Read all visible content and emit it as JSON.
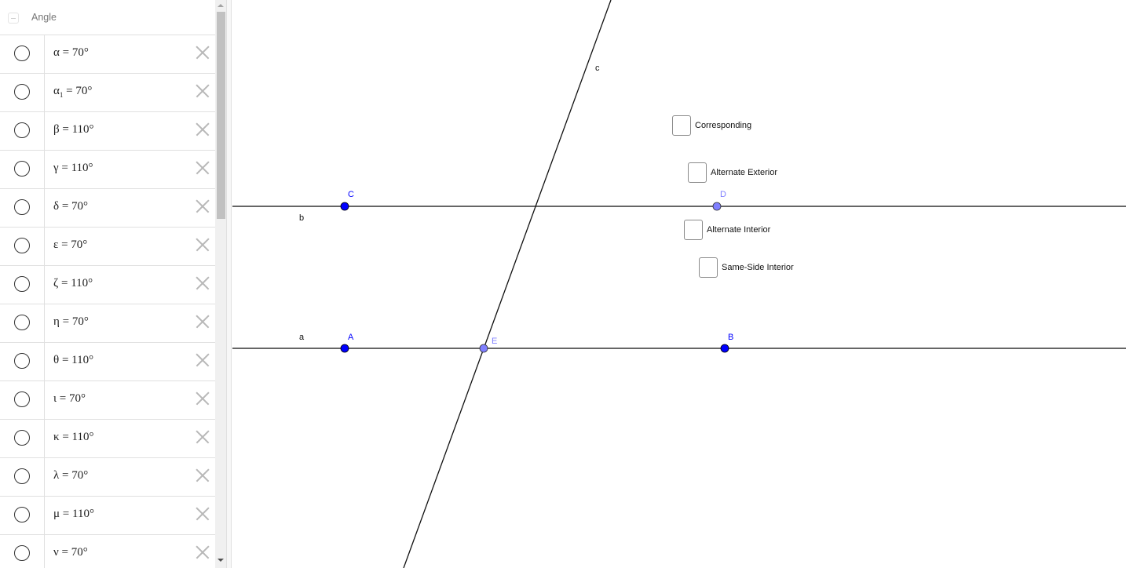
{
  "algebra_view": {
    "group_header": "Angle",
    "rows": [
      {
        "name": "α",
        "subscript": "",
        "value": "70°"
      },
      {
        "name": "α",
        "subscript": "1",
        "value": "70°"
      },
      {
        "name": "β",
        "subscript": "",
        "value": "110°"
      },
      {
        "name": "γ",
        "subscript": "",
        "value": "110°"
      },
      {
        "name": "δ",
        "subscript": "",
        "value": "70°"
      },
      {
        "name": "ε",
        "subscript": "",
        "value": "70°"
      },
      {
        "name": "ζ",
        "subscript": "",
        "value": "110°"
      },
      {
        "name": "η",
        "subscript": "",
        "value": "70°"
      },
      {
        "name": "θ",
        "subscript": "",
        "value": "110°"
      },
      {
        "name": "ι",
        "subscript": "",
        "value": "70°"
      },
      {
        "name": "κ",
        "subscript": "",
        "value": "110°"
      },
      {
        "name": "λ",
        "subscript": "",
        "value": "70°"
      },
      {
        "name": "μ",
        "subscript": "",
        "value": "110°"
      },
      {
        "name": "ν",
        "subscript": "",
        "value": "70°"
      }
    ],
    "formulas": [
      "α = 70°",
      "α₁ = 70°",
      "β = 110°",
      "γ = 110°",
      "δ = 70°",
      "ε = 70°",
      "ζ = 110°",
      "η = 70°",
      "θ = 110°",
      "ι = 70°",
      "κ = 110°",
      "λ = 70°",
      "μ = 110°",
      "ν = 70°"
    ]
  },
  "graphics_view": {
    "lines": [
      {
        "label": "a",
        "color": "#333333"
      },
      {
        "label": "b",
        "color": "#333333"
      },
      {
        "label": "c",
        "color": "#111111"
      }
    ],
    "points": [
      {
        "label": "A",
        "color": "#0000ff",
        "type": "free"
      },
      {
        "label": "B",
        "color": "#0000ff",
        "type": "free"
      },
      {
        "label": "C",
        "color": "#0000ff",
        "type": "free"
      },
      {
        "label": "D",
        "color": "#7f7fff",
        "type": "dependent"
      },
      {
        "label": "E",
        "color": "#7f7fff",
        "type": "dependent"
      }
    ],
    "checkboxes": [
      {
        "label": "Corresponding",
        "checked": false
      },
      {
        "label": "Alternate Exterior",
        "checked": false
      },
      {
        "label": "Alternate Interior",
        "checked": false
      },
      {
        "label": "Same-Side Interior",
        "checked": false
      }
    ]
  },
  "colors": {
    "free_point": "#0000ff",
    "dependent_point": "#7f7fff",
    "line": "#333333"
  }
}
